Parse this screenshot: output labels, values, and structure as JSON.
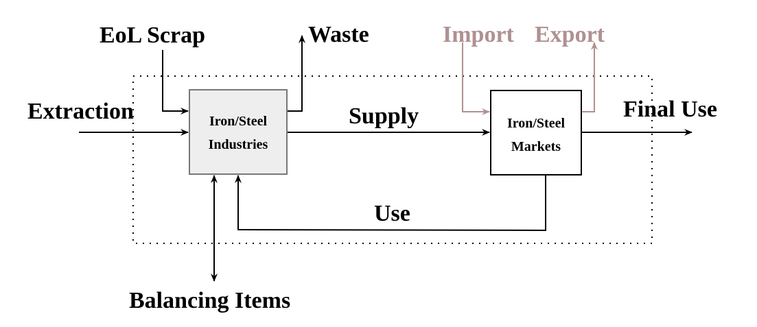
{
  "diagram": {
    "nodes": {
      "industries": {
        "line1": "Iron/Steel",
        "line2": "Industries",
        "fill": "#eeeeee"
      },
      "markets": {
        "line1": "Iron/Steel",
        "line2": "Markets",
        "fill": "#ffffff"
      }
    },
    "labels": {
      "eol_scrap": "EoL Scrap",
      "waste": "Waste",
      "extraction": "Extraction",
      "supply": "Supply",
      "import": "Import",
      "export": "Export",
      "final_use": "Final Use",
      "use": "Use",
      "balancing_items": "Balancing Items"
    },
    "colors": {
      "main": "#000000",
      "trade": "#b09090"
    },
    "edges": [
      {
        "from": "EoL Scrap",
        "to": "Iron/Steel Industries"
      },
      {
        "from": "Extraction",
        "to": "Iron/Steel Industries"
      },
      {
        "from": "Iron/Steel Industries",
        "to": "Waste"
      },
      {
        "from": "Iron/Steel Industries",
        "to": "Iron/Steel Markets",
        "label": "Supply"
      },
      {
        "from": "Import",
        "to": "Iron/Steel Markets"
      },
      {
        "from": "Iron/Steel Markets",
        "to": "Export"
      },
      {
        "from": "Iron/Steel Markets",
        "to": "Final Use"
      },
      {
        "from": "Iron/Steel Markets",
        "to": "Iron/Steel Industries",
        "label": "Use"
      },
      {
        "from": "Balancing Items",
        "to": "Iron/Steel Industries",
        "bidirectional": true
      }
    ]
  }
}
